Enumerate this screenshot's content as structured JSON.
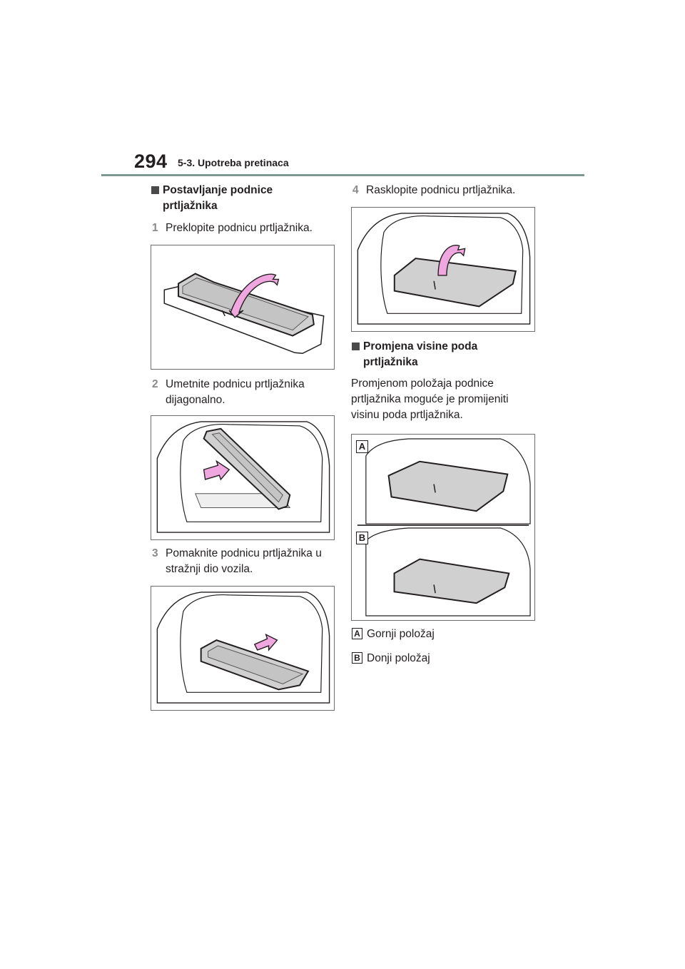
{
  "header": {
    "page_number": "294",
    "section": "5-3. Upotreba pretinaca"
  },
  "left_column": {
    "heading_line1": "Postavljanje podnice",
    "heading_line2": "prtljažnika",
    "steps": [
      {
        "num": "1",
        "text": "Preklopite podnicu prtljažnika."
      },
      {
        "num": "2",
        "line1": "Umetnite podnicu prtljažnika",
        "line2": "dijagonalno."
      },
      {
        "num": "3",
        "line1": "Pomaknite podnicu prtljažnika u",
        "line2": "stražnji dio vozila."
      }
    ]
  },
  "right_column": {
    "step4": {
      "num": "4",
      "text": "Rasklopite podnicu prtljažnika."
    },
    "heading_line1": "Promjena visine poda",
    "heading_line2": "prtljažnika",
    "para_line1": "Promjenom položaja podnice",
    "para_line2": "prtljažnika moguće je promijeniti",
    "para_line3": "visinu poda prtljažnika.",
    "legend": [
      {
        "badge": "A",
        "text": "Gornji položaj"
      },
      {
        "badge": "B",
        "text": "Donji položaj"
      }
    ]
  },
  "colors": {
    "arrow_pink": "#f0a6de",
    "board_grey": "#d0d0d0",
    "rule": "#7f9594"
  }
}
